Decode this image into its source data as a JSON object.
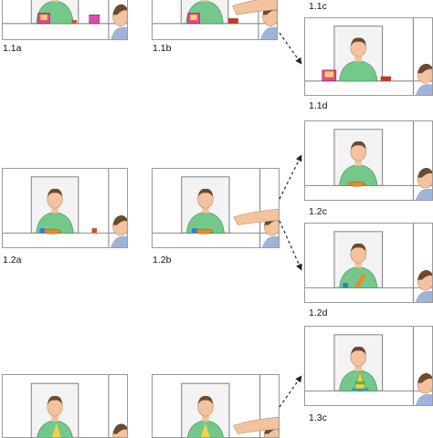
{
  "panel_labels": {
    "p1_1a": "1.1a",
    "p1_1b": "1.1b",
    "p1_1c": "1.1c",
    "p1_1d": "1.1d",
    "p1_2a": "1.2a",
    "p1_2b": "1.2b",
    "p1_2c": "1.2c",
    "p1_2d": "1.2d",
    "p1_3c": "1.3c"
  },
  "colors": {
    "shirt": "#74c98a",
    "skin": "#f2c39e",
    "hair": "#6b4a2e",
    "window_bg": "#f3f3f3",
    "frame": "#9a9a9a",
    "arrow": "#222222"
  },
  "objects": {
    "panel_1_1": [
      "toy-box-pink",
      "toy-box-magenta",
      "block-red"
    ],
    "panel_1_2": [
      "ring-stack-orange",
      "block-blue",
      "block-red"
    ],
    "panel_1_3": [
      "cone-stack-green-yellow"
    ]
  }
}
